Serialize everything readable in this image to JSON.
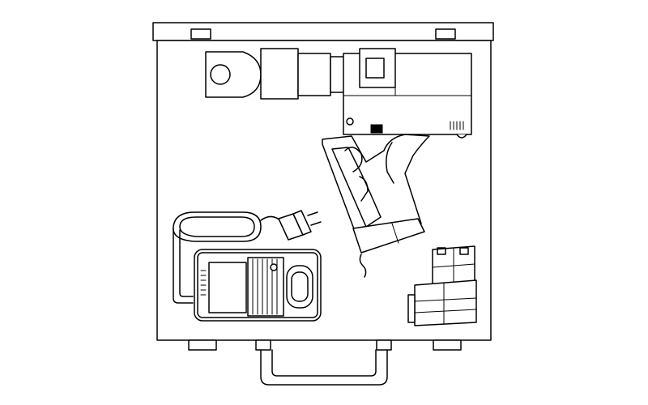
{
  "diagram": {
    "components": [
      {
        "id": "carry-case",
        "kind": "case"
      },
      {
        "id": "case-lid",
        "kind": "lid"
      },
      {
        "id": "case-handle",
        "kind": "handle"
      },
      {
        "id": "press-tool",
        "kind": "tool"
      },
      {
        "id": "battery-charger",
        "kind": "charger"
      },
      {
        "id": "mains-plug",
        "kind": "plug"
      },
      {
        "id": "battery-pack",
        "kind": "battery"
      }
    ]
  },
  "colors": {
    "line": "#000000",
    "fill": "#ffffff"
  }
}
